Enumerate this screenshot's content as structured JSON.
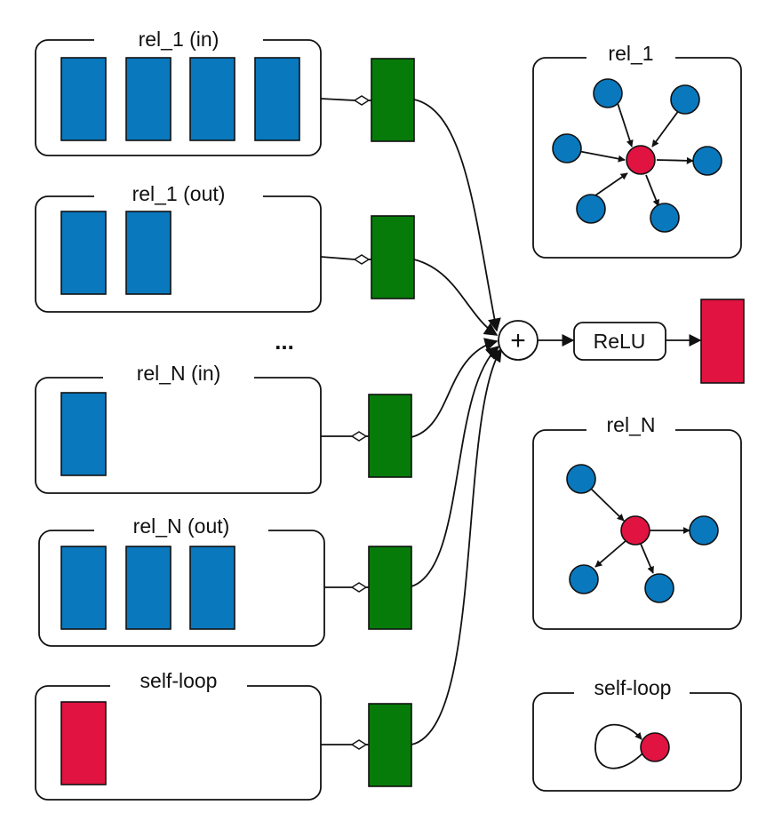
{
  "colors": {
    "blue": "#0a78bd",
    "red": "#e11341",
    "green": "#077b0a",
    "stroke": "#111111",
    "background": "#ffffff"
  },
  "relation_groups": [
    {
      "label": "rel_1 (in)",
      "feature_count": 4,
      "feature_color": "blue"
    },
    {
      "label": "rel_1 (out)",
      "feature_count": 2,
      "feature_color": "blue"
    },
    {
      "label": "rel_N (in)",
      "feature_count": 1,
      "feature_color": "blue"
    },
    {
      "label": "rel_N (out)",
      "feature_count": 3,
      "feature_color": "blue"
    },
    {
      "label": "self-loop",
      "feature_count": 1,
      "feature_color": "red"
    }
  ],
  "ellipsis": "...",
  "aggregate_symbol": "+",
  "activation_label": "ReLU",
  "graph_panels": [
    {
      "label": "rel_1",
      "incoming_neighbors": 4,
      "outgoing_neighbors": 2
    },
    {
      "label": "rel_N",
      "incoming_neighbors": 1,
      "outgoing_neighbors": 3
    },
    {
      "label": "self-loop",
      "self_edge": true
    }
  ]
}
